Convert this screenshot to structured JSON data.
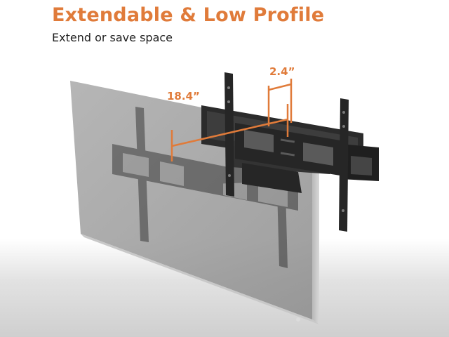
{
  "heading": {
    "title": "Extendable & Low Profile",
    "subtitle": "Extend or save space"
  },
  "dimensions": {
    "extended": "18.4”",
    "retracted": "2.4”"
  },
  "colors": {
    "accent": "#e07b3a",
    "mount": "#2b2b2b",
    "tv_panel": "#9a9a9a",
    "text": "#1e1e1e"
  }
}
